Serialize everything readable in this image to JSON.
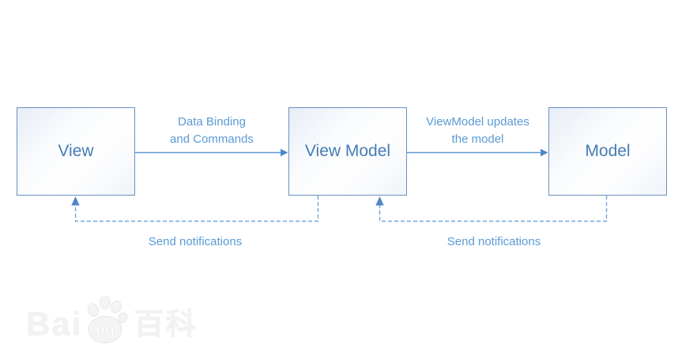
{
  "diagram": {
    "boxes": [
      {
        "id": "view",
        "label": "View"
      },
      {
        "id": "viewmodel",
        "label": "View Model"
      },
      {
        "id": "model",
        "label": "Model"
      }
    ],
    "arrows": [
      {
        "from": "view",
        "to": "viewmodel",
        "type": "solid",
        "label_line1": "Data Binding",
        "label_line2": "and Commands"
      },
      {
        "from": "viewmodel",
        "to": "model",
        "type": "solid",
        "label_line1": "ViewModel updates",
        "label_line2": "the model"
      },
      {
        "from": "viewmodel",
        "to": "view",
        "type": "dashed",
        "label": "Send notifications"
      },
      {
        "from": "model",
        "to": "viewmodel",
        "type": "dashed",
        "label": "Send notifications"
      }
    ],
    "colors": {
      "box_border": "#6b90c0",
      "box_fill_top": "#e7edf6",
      "box_fill_bottom": "#f0f4f9",
      "box_text": "#447cb5",
      "label_text": "#5b9bd5",
      "solid_line": "#5b9bd5",
      "dashed_line": "#74a3d6",
      "arrowhead": "#4f87c9"
    }
  },
  "watermark": {
    "text_bai": "Bai",
    "text_du": "du",
    "text_baike": "百科"
  }
}
